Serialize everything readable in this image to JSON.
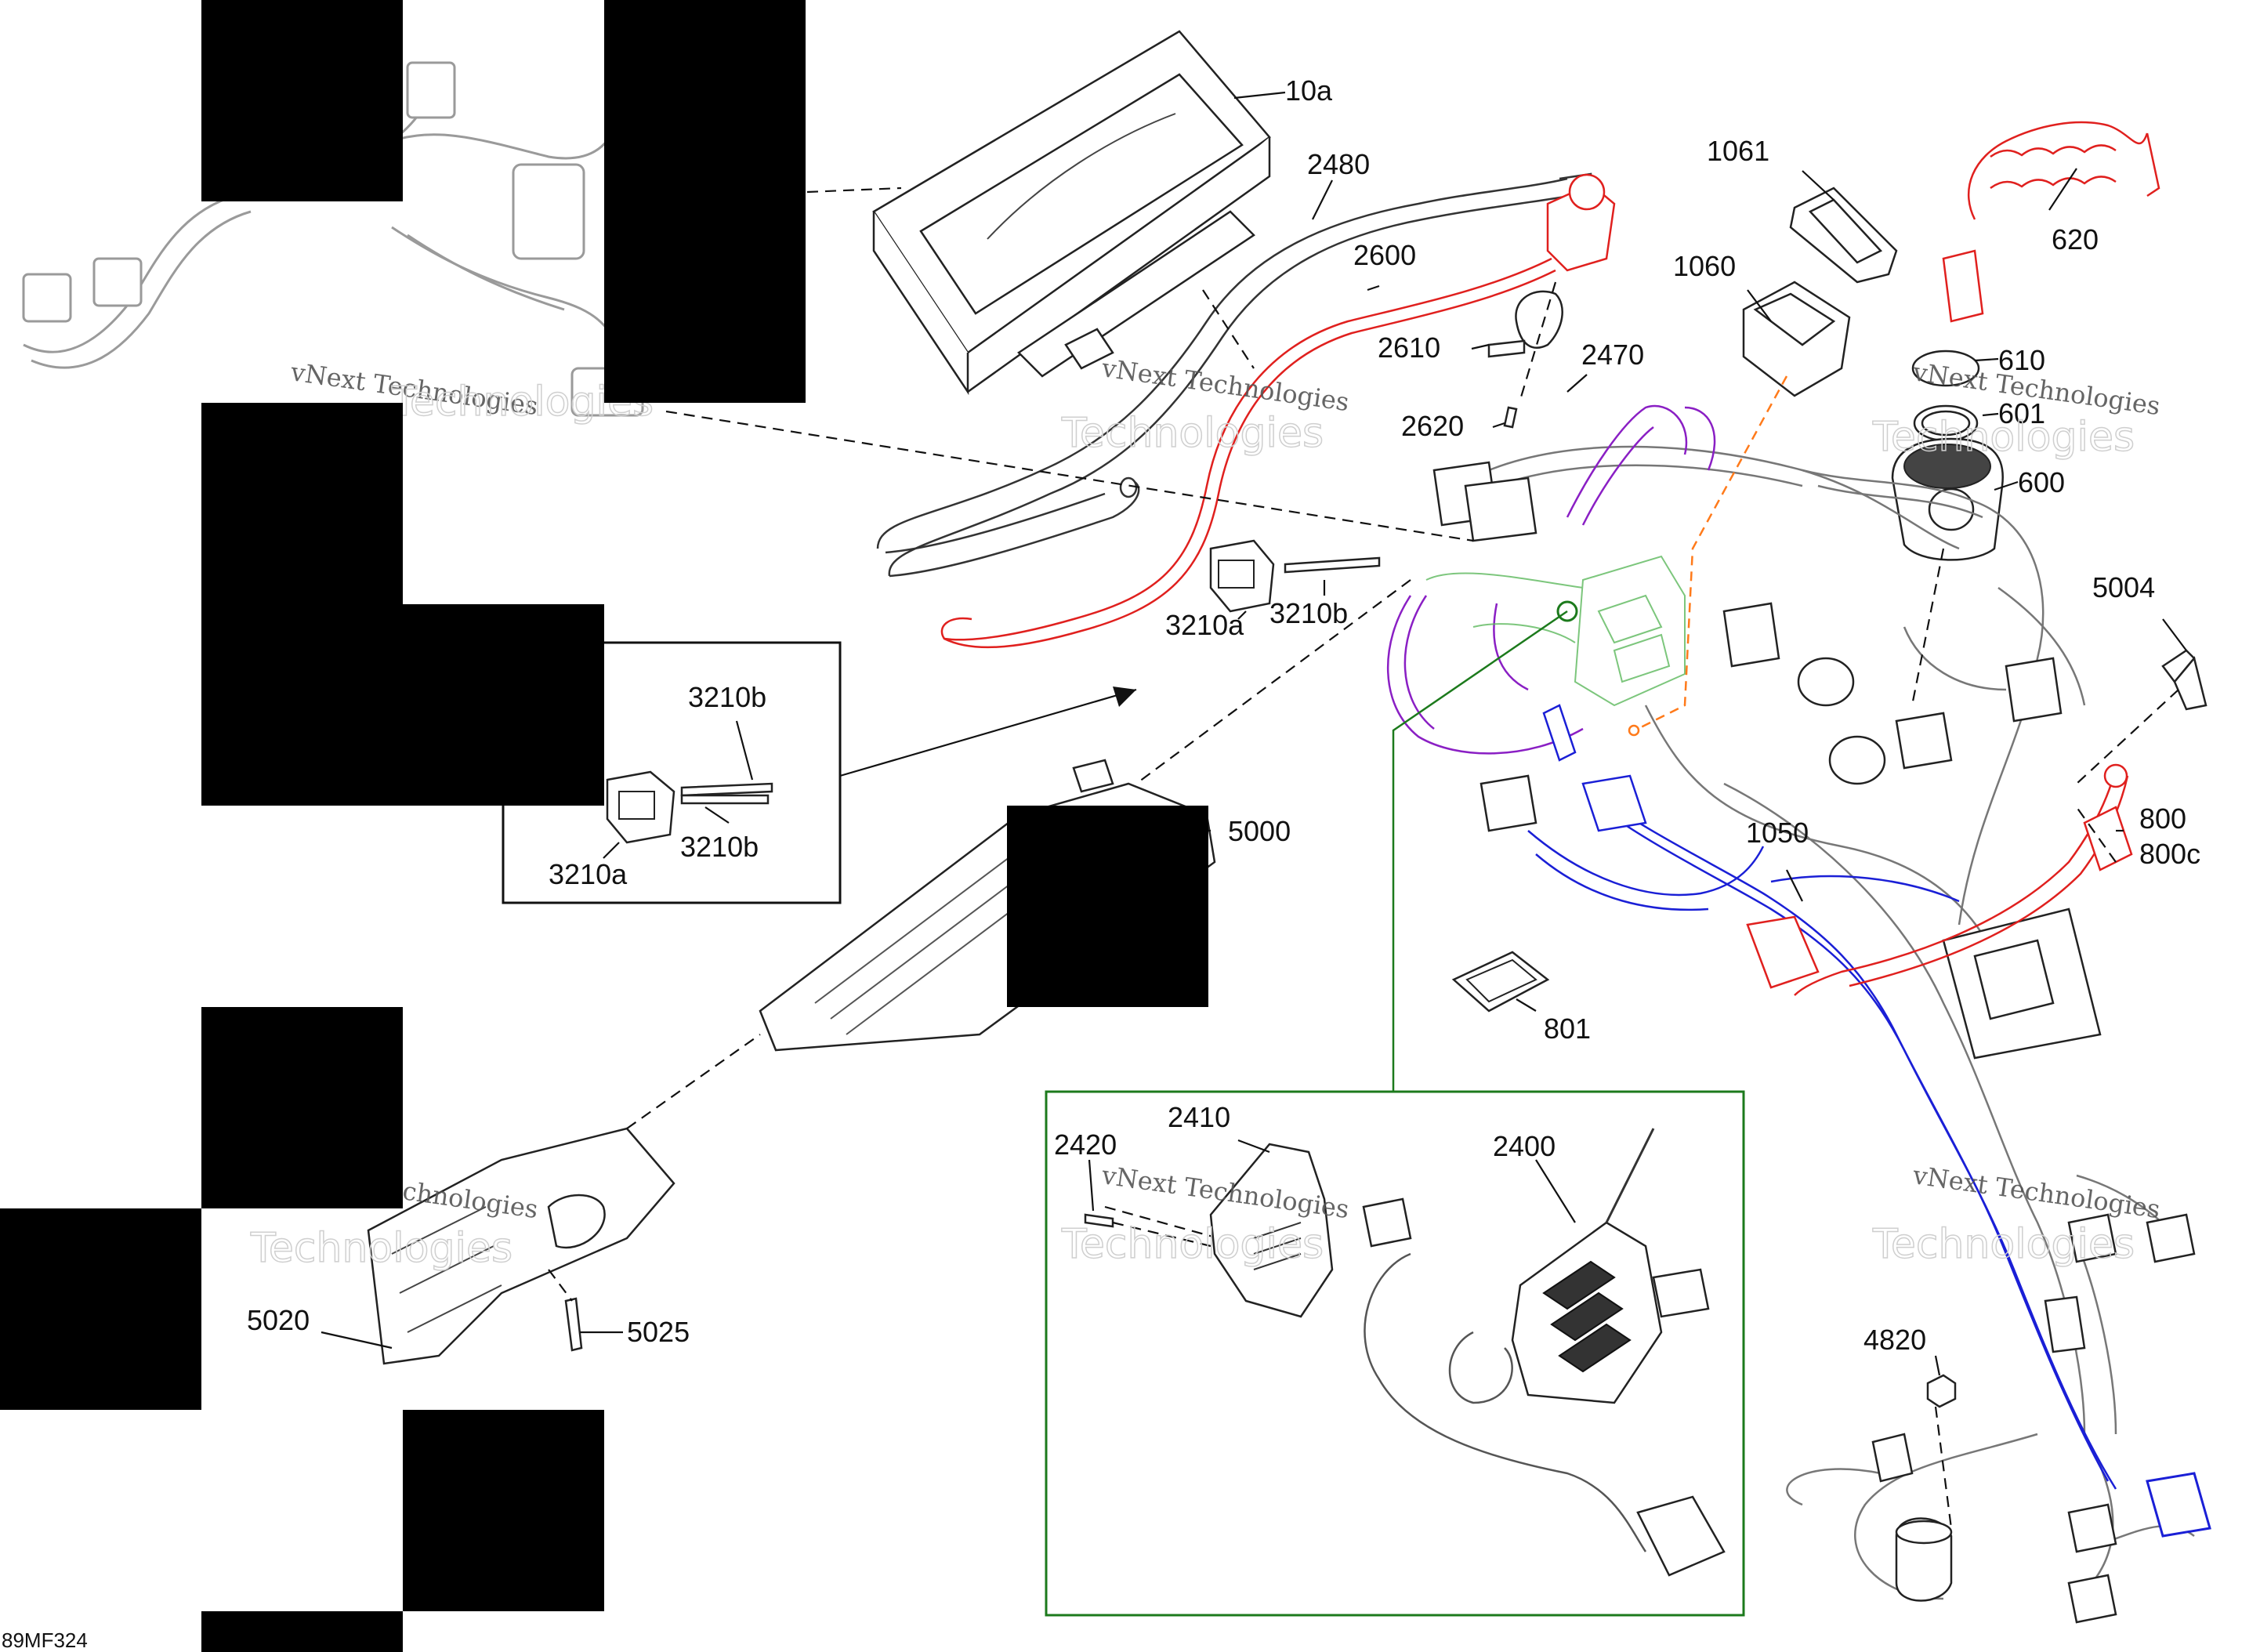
{
  "diagram": {
    "code": "89MF324",
    "watermark_line1": "vNext Technologies",
    "watermark_line2": "Technologies",
    "accent_colors": {
      "red": "#e0201e",
      "blue": "#1a1fd6",
      "purple": "#8a1fc4",
      "orange": "#ff7a1a",
      "green": "#1c7a1c"
    },
    "callouts": {
      "c10a": "10a",
      "c2480": "2480",
      "c2600": "2600",
      "c2610": "2610",
      "c2620": "2620",
      "c1061": "1061",
      "c1060": "1060",
      "c2470": "2470",
      "c620": "620",
      "c610": "610",
      "c601": "601",
      "c600": "600",
      "c5004": "5004",
      "c3210b_top": "3210b",
      "c3210a_top": "3210a",
      "c3210b_inset1": "3210b",
      "c3210b_inset2": "3210b",
      "c3210a_inset": "3210a",
      "c5000": "5000",
      "c1050": "1050",
      "c800": "800",
      "c800c": "800c",
      "c801": "801",
      "c5020": "5020",
      "c5025": "5025",
      "c2410": "2410",
      "c2420": "2420",
      "c2400": "2400",
      "c4820": "4820"
    }
  }
}
